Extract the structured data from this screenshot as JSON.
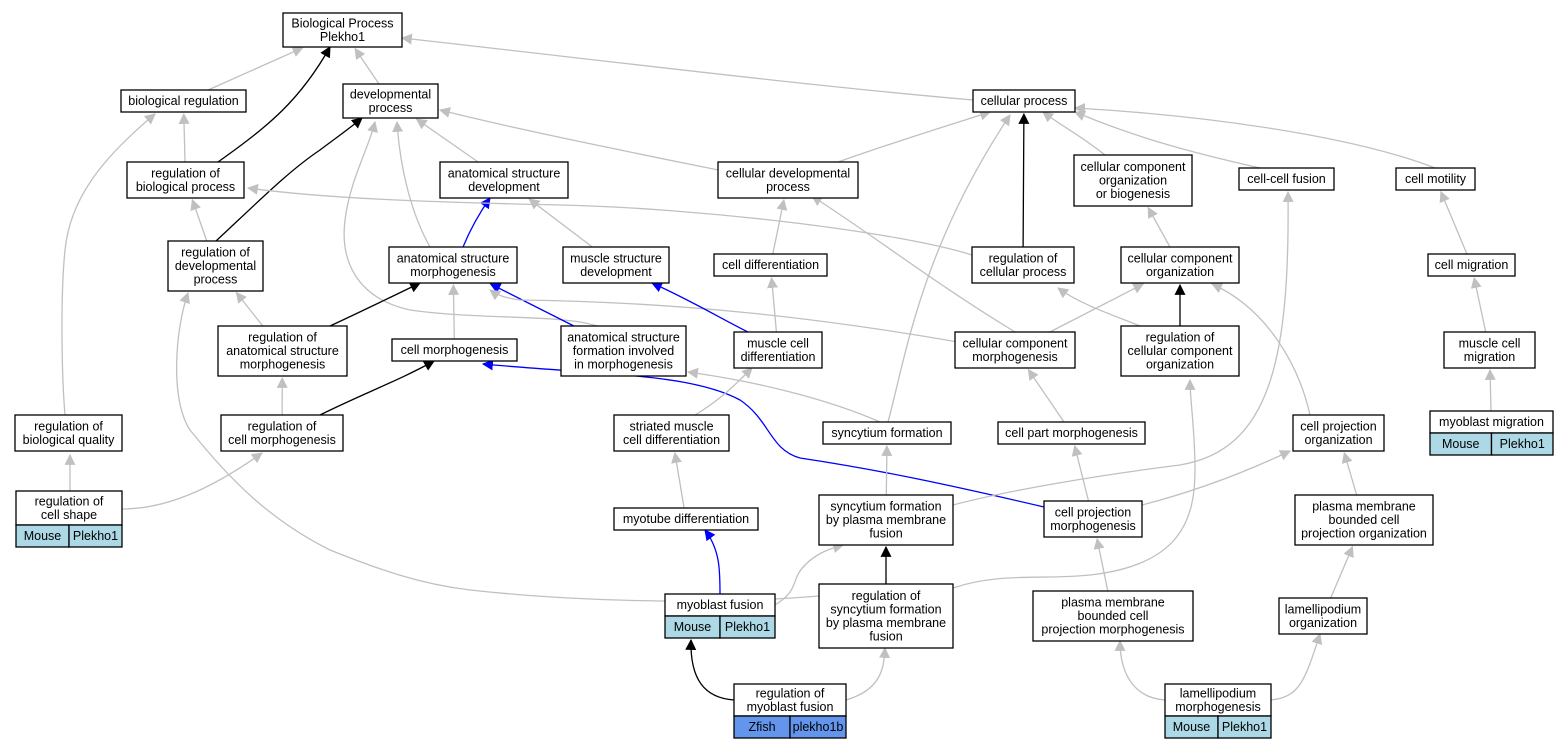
{
  "colors": {
    "edge_gray": "#c0c0c0",
    "edge_black": "#000000",
    "edge_blue": "#0000ff",
    "mouse_fill": "#add8e6",
    "zfish_fill": "#6495ed"
  },
  "nodes": [
    {
      "id": "bp",
      "lines": [
        "Biological Process",
        "Plekho1"
      ]
    },
    {
      "id": "bioreg",
      "lines": [
        "biological regulation"
      ]
    },
    {
      "id": "devproc",
      "lines": [
        "developmental",
        "process"
      ]
    },
    {
      "id": "cellproc",
      "lines": [
        "cellular process"
      ]
    },
    {
      "id": "regbioproc",
      "lines": [
        "regulation of",
        "biological process"
      ]
    },
    {
      "id": "asdev",
      "lines": [
        "anatomical structure",
        "development"
      ]
    },
    {
      "id": "celldev",
      "lines": [
        "cellular developmental",
        "process"
      ]
    },
    {
      "id": "ccorgbio",
      "lines": [
        "cellular component",
        "organization",
        "or biogenesis"
      ]
    },
    {
      "id": "ccfusion",
      "lines": [
        "cell-cell fusion"
      ]
    },
    {
      "id": "cellmot",
      "lines": [
        "cell motility"
      ]
    },
    {
      "id": "regdevproc",
      "lines": [
        "regulation of",
        "developmental",
        "process"
      ]
    },
    {
      "id": "asmorph",
      "lines": [
        "anatomical structure",
        "morphogenesis"
      ]
    },
    {
      "id": "musdev",
      "lines": [
        "muscle structure",
        "development"
      ]
    },
    {
      "id": "celldiff",
      "lines": [
        "cell differentiation"
      ]
    },
    {
      "id": "regcellproc",
      "lines": [
        "regulation of",
        "cellular process"
      ]
    },
    {
      "id": "ccorg",
      "lines": [
        "cellular component",
        "organization"
      ]
    },
    {
      "id": "cellmig",
      "lines": [
        "cell migration"
      ]
    },
    {
      "id": "regasmorph",
      "lines": [
        "regulation of",
        "anatomical structure",
        "morphogenesis"
      ]
    },
    {
      "id": "cellmorph",
      "lines": [
        "cell morphogenesis"
      ]
    },
    {
      "id": "asform",
      "lines": [
        "anatomical structure",
        "formation involved",
        "in morphogenesis"
      ]
    },
    {
      "id": "muscelldiff",
      "lines": [
        "muscle cell",
        "differentiation"
      ]
    },
    {
      "id": "ccmorph",
      "lines": [
        "cellular component",
        "morphogenesis"
      ]
    },
    {
      "id": "regccorg",
      "lines": [
        "regulation of",
        "cellular component",
        "organization"
      ]
    },
    {
      "id": "muscellmig",
      "lines": [
        "muscle cell",
        "migration"
      ]
    },
    {
      "id": "regbioqual",
      "lines": [
        "regulation of",
        "biological quality"
      ]
    },
    {
      "id": "regcellmorph",
      "lines": [
        "regulation of",
        "cell morphogenesis"
      ]
    },
    {
      "id": "strmusdiff",
      "lines": [
        "striated muscle",
        "cell differentiation"
      ]
    },
    {
      "id": "syncform",
      "lines": [
        "syncytium formation"
      ]
    },
    {
      "id": "cellpartmorph",
      "lines": [
        "cell part morphogenesis"
      ]
    },
    {
      "id": "cellprojorg",
      "lines": [
        "cell projection",
        "organization"
      ]
    },
    {
      "id": "myomig",
      "lines": [
        "myoblast migration"
      ],
      "genes": [
        {
          "species": "Mouse",
          "gene": "Plekho1"
        }
      ]
    },
    {
      "id": "regcellshape",
      "lines": [
        "regulation of",
        "cell shape"
      ],
      "genes": [
        {
          "species": "Mouse",
          "gene": "Plekho1"
        }
      ]
    },
    {
      "id": "myotube",
      "lines": [
        "myotube differentiation"
      ]
    },
    {
      "id": "syncpm",
      "lines": [
        "syncytium formation",
        "by plasma membrane",
        "fusion"
      ]
    },
    {
      "id": "cellprojmorph",
      "lines": [
        "cell projection",
        "morphogenesis"
      ]
    },
    {
      "id": "pmbcporg",
      "lines": [
        "plasma membrane",
        "bounded cell",
        "projection organization"
      ]
    },
    {
      "id": "myofusion",
      "lines": [
        "myoblast fusion"
      ],
      "genes": [
        {
          "species": "Mouse",
          "gene": "Plekho1"
        }
      ]
    },
    {
      "id": "regsyncpm",
      "lines": [
        "regulation of",
        "syncytium formation",
        "by plasma membrane",
        "fusion"
      ]
    },
    {
      "id": "pmbcpmorph",
      "lines": [
        "plasma membrane",
        "bounded cell",
        "projection morphogenesis"
      ]
    },
    {
      "id": "lamorg",
      "lines": [
        "lamellipodium",
        "organization"
      ]
    },
    {
      "id": "regmyofusion",
      "lines": [
        "regulation of",
        "myoblast fusion"
      ],
      "genes": [
        {
          "species": "Zfish",
          "gene": "plekho1b"
        }
      ]
    },
    {
      "id": "lammorph",
      "lines": [
        "lamellipodium",
        "morphogenesis"
      ],
      "genes": [
        {
          "species": "Mouse",
          "gene": "Plekho1"
        }
      ]
    }
  ],
  "edges": [
    {
      "from": "bioreg",
      "to": "bp",
      "style": "gray"
    },
    {
      "from": "devproc",
      "to": "bp",
      "style": "gray"
    },
    {
      "from": "cellproc",
      "to": "bp",
      "style": "gray"
    },
    {
      "from": "regbioproc",
      "to": "bp",
      "style": "black"
    },
    {
      "from": "regbioproc",
      "to": "bioreg",
      "style": "gray"
    },
    {
      "from": "regbioqual",
      "to": "bioreg",
      "style": "gray"
    },
    {
      "from": "regdevproc",
      "to": "devproc",
      "style": "black"
    },
    {
      "from": "regdevproc",
      "to": "regbioproc",
      "style": "gray"
    },
    {
      "from": "asdev",
      "to": "devproc",
      "style": "gray"
    },
    {
      "from": "celldev",
      "to": "devproc",
      "style": "gray"
    },
    {
      "from": "asmorph",
      "to": "devproc",
      "style": "gray"
    },
    {
      "from": "asform",
      "to": "devproc",
      "style": "gray"
    },
    {
      "from": "celldev",
      "to": "cellproc",
      "style": "gray"
    },
    {
      "from": "ccorgbio",
      "to": "cellproc",
      "style": "gray"
    },
    {
      "from": "ccfusion",
      "to": "cellproc",
      "style": "gray"
    },
    {
      "from": "cellmot",
      "to": "cellproc",
      "style": "gray"
    },
    {
      "from": "regcellproc",
      "to": "cellproc",
      "style": "black"
    },
    {
      "from": "syncform",
      "to": "cellproc",
      "style": "gray"
    },
    {
      "from": "asmorph",
      "to": "asdev",
      "style": "blue"
    },
    {
      "from": "musdev",
      "to": "asdev",
      "style": "gray"
    },
    {
      "from": "celldiff",
      "to": "celldev",
      "style": "gray"
    },
    {
      "from": "ccmorph",
      "to": "celldev",
      "style": "gray"
    },
    {
      "from": "regcellproc",
      "to": "regbioproc",
      "style": "gray"
    },
    {
      "from": "ccorg",
      "to": "ccorgbio",
      "style": "gray"
    },
    {
      "from": "cellmig",
      "to": "cellmot",
      "style": "gray"
    },
    {
      "from": "regasmorph",
      "to": "regdevproc",
      "style": "gray"
    },
    {
      "from": "regsyncpm",
      "to": "regdevproc",
      "style": "gray"
    },
    {
      "from": "regasmorph",
      "to": "asmorph",
      "style": "black"
    },
    {
      "from": "cellmorph",
      "to": "asmorph",
      "style": "gray"
    },
    {
      "from": "asform",
      "to": "asmorph",
      "style": "blue"
    },
    {
      "from": "ccmorph",
      "to": "asmorph",
      "style": "gray"
    },
    {
      "from": "muscelldiff",
      "to": "musdev",
      "style": "blue"
    },
    {
      "from": "muscelldiff",
      "to": "celldiff",
      "style": "gray"
    },
    {
      "from": "regccorg",
      "to": "regcellproc",
      "style": "gray"
    },
    {
      "from": "regccorg",
      "to": "ccorg",
      "style": "black"
    },
    {
      "from": "ccmorph",
      "to": "ccorg",
      "style": "gray"
    },
    {
      "from": "cellprojorg",
      "to": "ccorg",
      "style": "gray"
    },
    {
      "from": "muscellmig",
      "to": "cellmig",
      "style": "gray"
    },
    {
      "from": "regcellmorph",
      "to": "regasmorph",
      "style": "gray"
    },
    {
      "from": "regcellmorph",
      "to": "cellmorph",
      "style": "black"
    },
    {
      "from": "cellprojmorph",
      "to": "cellmorph",
      "style": "blue"
    },
    {
      "from": "syncform",
      "to": "asform",
      "style": "gray"
    },
    {
      "from": "strmusdiff",
      "to": "muscelldiff",
      "style": "gray"
    },
    {
      "from": "cellpartmorph",
      "to": "ccmorph",
      "style": "gray"
    },
    {
      "from": "regsyncpm",
      "to": "regccorg",
      "style": "gray"
    },
    {
      "from": "myomig",
      "to": "muscellmig",
      "style": "gray"
    },
    {
      "from": "regcellshape",
      "to": "regbioqual",
      "style": "gray"
    },
    {
      "from": "regcellshape",
      "to": "regcellmorph",
      "style": "gray"
    },
    {
      "from": "myotube",
      "to": "strmusdiff",
      "style": "gray"
    },
    {
      "from": "syncpm",
      "to": "syncform",
      "style": "gray"
    },
    {
      "from": "syncpm",
      "to": "ccfusion",
      "style": "gray"
    },
    {
      "from": "cellprojmorph",
      "to": "cellpartmorph",
      "style": "gray"
    },
    {
      "from": "cellprojmorph",
      "to": "cellprojorg",
      "style": "gray"
    },
    {
      "from": "pmbcporg",
      "to": "cellprojorg",
      "style": "gray"
    },
    {
      "from": "myofusion",
      "to": "myotube",
      "style": "blue"
    },
    {
      "from": "myofusion",
      "to": "syncpm",
      "style": "gray"
    },
    {
      "from": "regsyncpm",
      "to": "syncpm",
      "style": "black"
    },
    {
      "from": "pmbcpmorph",
      "to": "cellprojmorph",
      "style": "gray"
    },
    {
      "from": "lamorg",
      "to": "pmbcporg",
      "style": "gray"
    },
    {
      "from": "regmyofusion",
      "to": "myofusion",
      "style": "black"
    },
    {
      "from": "regmyofusion",
      "to": "regsyncpm",
      "style": "gray"
    },
    {
      "from": "lammorph",
      "to": "pmbcpmorph",
      "style": "gray"
    },
    {
      "from": "lammorph",
      "to": "lamorg",
      "style": "gray"
    }
  ]
}
